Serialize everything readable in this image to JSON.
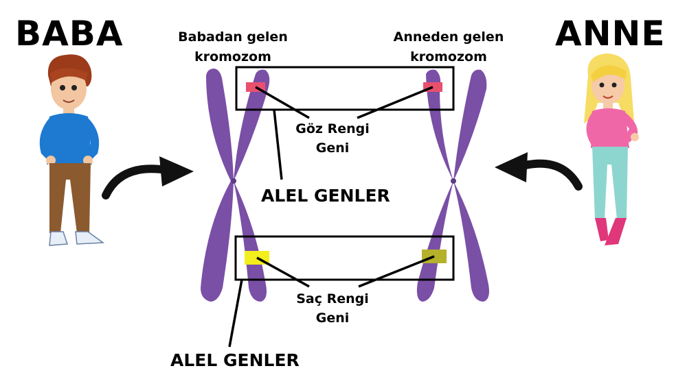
{
  "father": {
    "title": "BABA",
    "chromosome_caption_line1": "Babadan gelen",
    "chromosome_caption_line2": "kromozom"
  },
  "mother": {
    "title": "ANNE",
    "chromosome_caption_line1": "Anneden gelen",
    "chromosome_caption_line2": "kromozom"
  },
  "genes": {
    "eye": {
      "line1": "Göz Rengi",
      "line2": "Geni"
    },
    "hair": {
      "line1": "Saç Rengi",
      "line2": "Geni"
    }
  },
  "allele_label_top": "ALEL GENLER",
  "allele_label_bottom": "ALEL GENLER",
  "colors": {
    "chromosome": "#7a4fa6",
    "chromosome_dark": "#5e3a87",
    "eye_gene": "#e8506e",
    "hair_gene_father": "#f3ee1d",
    "hair_gene_mother": "#b5b12a",
    "outline": "#000000"
  }
}
